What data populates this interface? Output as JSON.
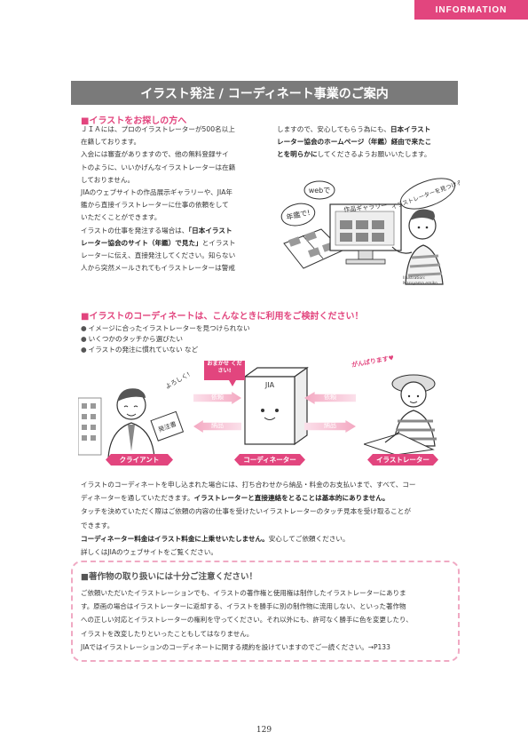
{
  "header": {
    "tab": "INFORMATION"
  },
  "banner": {
    "title": "イラスト発注 / コーディネート事業のご案内"
  },
  "section1": {
    "heading": "■イラストをお探しの方へ",
    "left_lines": [
      "ＪＩＡには、プロのイラストレーターが500名以上",
      "在籍しております。",
      "入会には審査がありますので、他の無料登録サイ",
      "トのように、いいかげんなイラストレーターは在籍",
      "しておりません。",
      "JIAのウェブサイトの作品展示ギャラリーや、JIA年",
      "鑑から直接イラストレーターに仕事の依頼をして",
      "いただくことができます。"
    ],
    "left_l9a": "イラストの仕事を発注する場合は、",
    "left_l9b": "「日本イラスト",
    "left_l10a": "レーター協会のサイト（年鑑）で見た」",
    "left_l10b": "とイラスト",
    "left_l11": "レーターに伝え、直接発注してください。知らない",
    "left_l12": "人から突然メールされてもイラストレーターは警戒",
    "right_l1a": "しますので、安心してもらう為にも、",
    "right_l1b": "日本イラスト",
    "right_l2": "レーター協会のホームページ（年鑑）経由で来たこ",
    "right_l3a": "とを明らかに",
    "right_l3b": "してくださるようお願いいたします。",
    "illus_web": "webで",
    "illus_gallery": "作品ギャラリー",
    "illus_yearbook": "年鑑で!",
    "illus_find": "イラストレーターを見つける!",
    "credit_1": "Illustration:",
    "credit_2": "Maruyama emiko"
  },
  "section2": {
    "heading": "■イラストのコーディネートは、こんなときに利用をご検討ください！",
    "bullets": [
      "イメージに合ったイラストレーターを見つけられない",
      "いくつかのタッチから選びたい",
      "イラストの発注に慣れていない など"
    ],
    "bubble": "おまかせ ください!",
    "box_label": "JIA",
    "cheer": "がんばります♥",
    "doc_text": "発注書",
    "request_text": "よろしく!",
    "arrow_request_1": "依頼",
    "arrow_request_2": "依頼",
    "arrow_deliver_1": "納品",
    "arrow_deliver_2": "納品",
    "role_client": "クライアント",
    "role_coordinator": "コーディネーター",
    "role_illustrator": "イラストレーター"
  },
  "body": {
    "l1": "イラストのコーディネートを申し込まれた場合には、打ち合わせから納品・料金のお支払いまで、すべて、コー",
    "l2a": "ディネーターを通していただきます。",
    "l2b": "イラストレーターと直接連絡をとることは基本的にありません。",
    "l3": "タッチを決めていただく際はご依頼の内容の仕事を受けたいイラストレーターのタッチ見本を受け取ることが",
    "l4": "できます。",
    "l5a": "コーディネーター料金はイラスト料金に上乗せいたしません。",
    "l5b": "安心してご依頼ください。",
    "l6": "詳しくはJIAのウェブサイトをご覧ください。"
  },
  "notice": {
    "title": "■著作物の取り扱いには十分ご注意ください！",
    "lines": [
      "ご依頼いただいたイラストレーションでも、イラストの著作権と使用権は制作したイラストレーターにありま",
      "す。原画の場合はイラストレーターに返却する、イラストを勝手に別の制作物に流用しない、といった著作物",
      "への正しい対応とイラストレーターの権利を守ってください。それ以外にも、許可なく勝手に色を変更したり、",
      "イラストを改変したりといったこともしてはなりません。",
      "JIAではイラストレーションのコーディネートに関する規約を設けていますのでご一読ください。→P133"
    ]
  },
  "footer": {
    "page": "129"
  }
}
